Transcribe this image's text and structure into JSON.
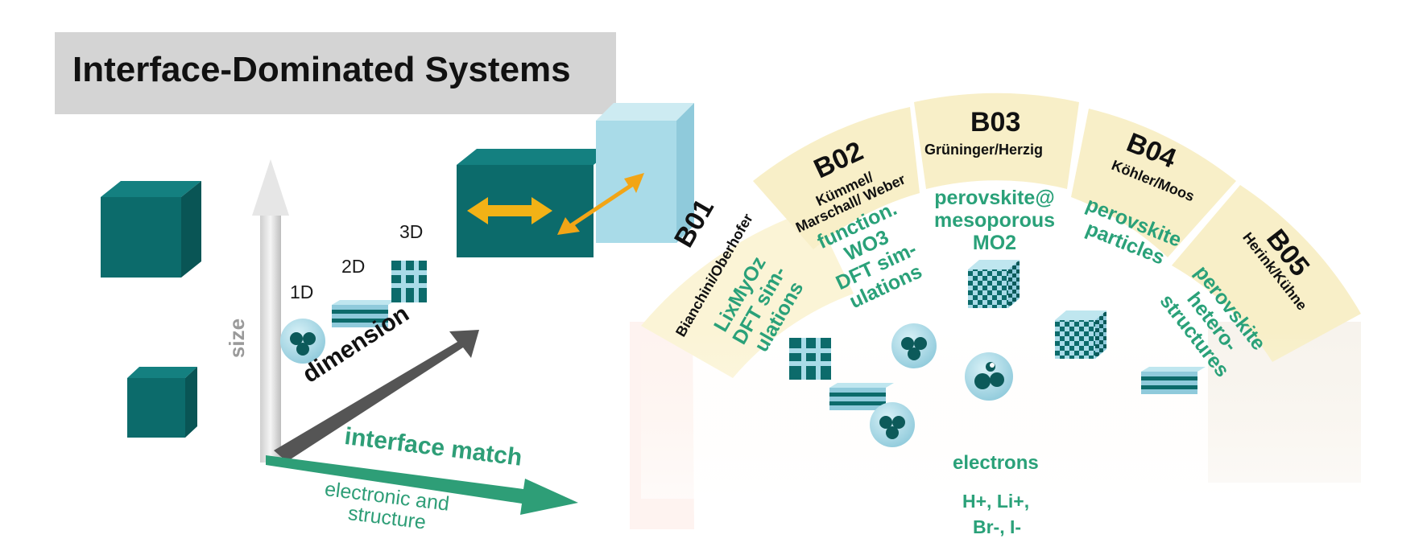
{
  "title": "Interface-Dominated Systems",
  "axes": {
    "size": "size",
    "dimension": "dimension",
    "interface_match": "interface match",
    "electronic_and_structure_line1": "electronic and",
    "electronic_and_structure_line2": "structure"
  },
  "dimension_labels": [
    "1D",
    "2D",
    "3D"
  ],
  "segments": [
    {
      "id": "B01",
      "authors": "Bianchini/Oberhofer",
      "body_line1": "LixMyOz",
      "body_line2": "DFT sim-",
      "body_line3": "ulations"
    },
    {
      "id": "B02",
      "authors_line1": "Kümmel/",
      "authors_line2": "Marschall/ Weber",
      "body_line1": "function.",
      "body_line2": "WO3",
      "body_line3": "DFT sim-",
      "body_line4": "ulations"
    },
    {
      "id": "B03",
      "authors": "Grüninger/Herzig",
      "body_line1": "perovskite@",
      "body_line2": "mesoporous",
      "body_line3": "MO2"
    },
    {
      "id": "B04",
      "authors": "Köhler/Moos",
      "body_line1": "perovskite",
      "body_line2": "particles"
    },
    {
      "id": "B05",
      "authors": "Herink/Kühne",
      "body_line1": "perovskite",
      "body_line2": "hetero-",
      "body_line3": "structures"
    }
  ],
  "center": {
    "electrons": "electrons",
    "ions_line1": "H+, Li+,",
    "ions_line2": "Br-, I-"
  },
  "colors": {
    "teal_dark": "#0c6b6b",
    "light_blue": "#a9dbe8",
    "fan_cream": "#f6efc8",
    "green_text": "#2aa179",
    "arrow_orange": "#f2a516"
  }
}
